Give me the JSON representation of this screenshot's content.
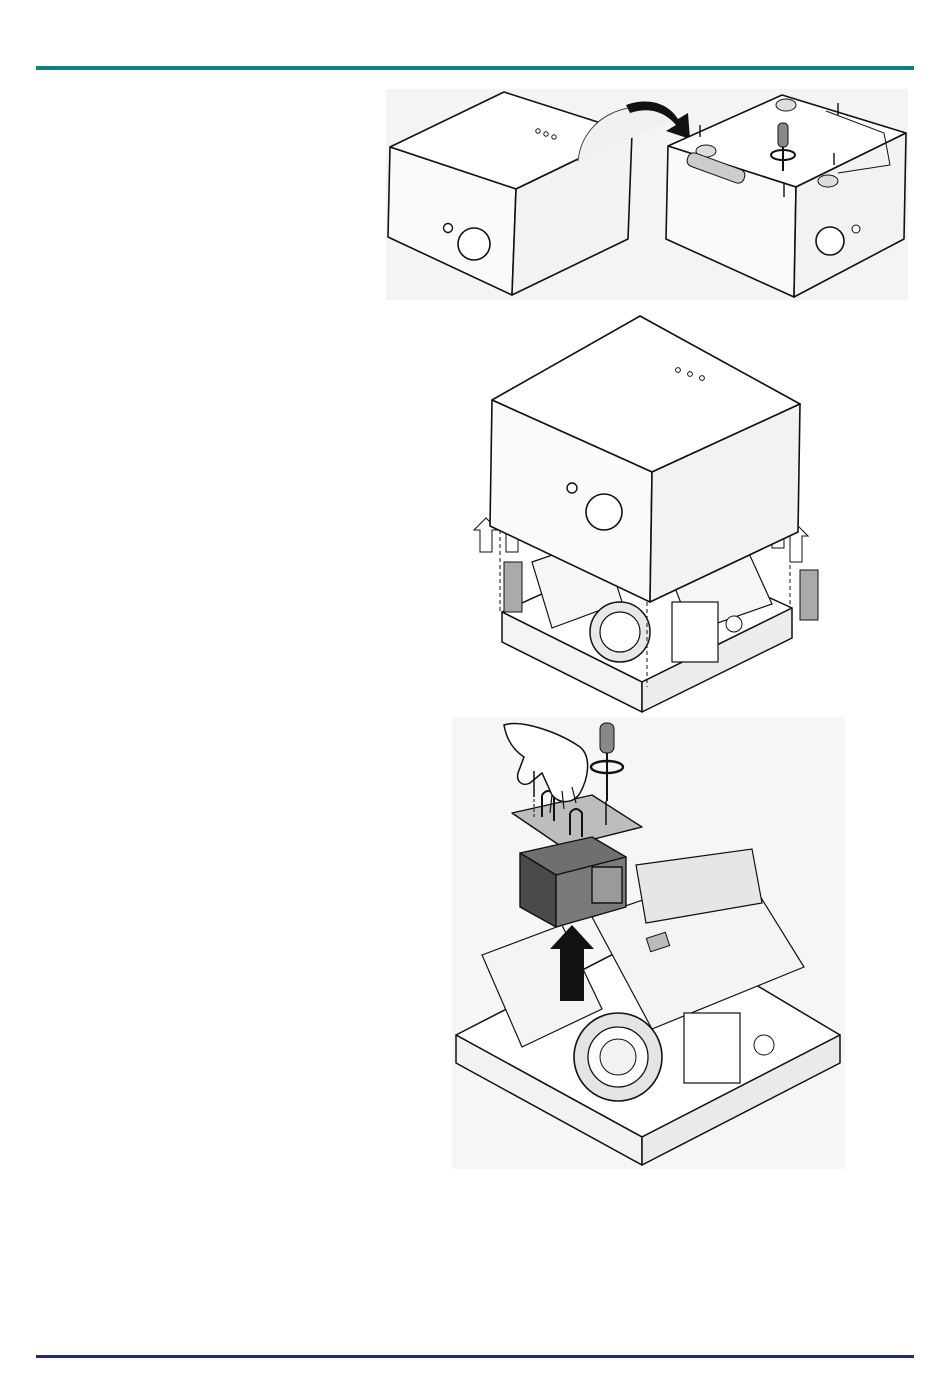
{
  "page": {
    "rule_color_top": "#0e7f82",
    "rule_color_bottom": "#1b2b83"
  },
  "figures": [
    {
      "id": "fig1",
      "icon": "flip-projector-remove-screws-illustration"
    },
    {
      "id": "fig2",
      "icon": "lift-top-cover-illustration"
    },
    {
      "id": "fig3",
      "icon": "remove-lamp-module-illustration"
    }
  ]
}
